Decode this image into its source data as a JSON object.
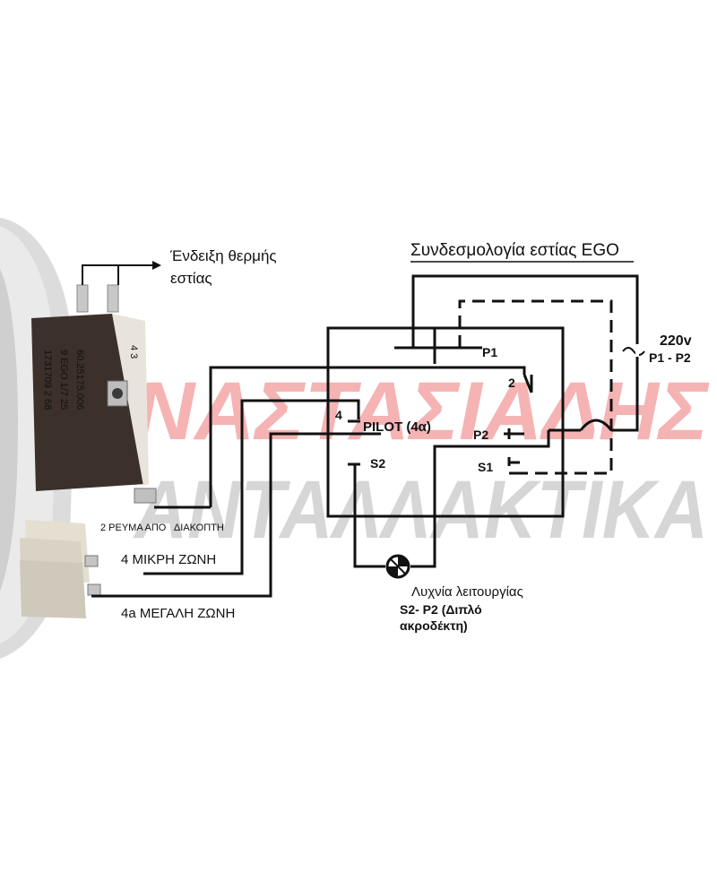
{
  "diagram": {
    "title": "Συνδεσμολογία εστίας EGO",
    "hot_indicator": {
      "line1": "Ένδειξη θερμής",
      "line2": "εστίας"
    },
    "supply": {
      "voltage": "220v",
      "terminals": "P1 - P2"
    },
    "terminals": {
      "p1": "P1",
      "p2": "P2",
      "s1": "S1",
      "s2": "S2",
      "t2": "2",
      "t4": "4"
    },
    "pilot": "PILOT (4α)",
    "lamp": {
      "line1": "Λυχνία λειτουργίας",
      "line2": "S2- P2 (Διπλό",
      "line3": "ακροδέκτη)"
    },
    "switch_feed": "2 ΡΕΥΜΑ ΑΠΟ   ΔΙΑΚΟΠΤΗ",
    "small_zone": "4 ΜΙΚΡΗ ΖΩΝΗ",
    "large_zone": "4a ΜΕΓΑΛΗ ΖΩΝΗ"
  },
  "component": {
    "part_lines": [
      "60.25175.006",
      "9 EGO 1/7 25",
      "1731709 2 68"
    ],
    "side_mark": "4 3"
  },
  "watermark": {
    "line1": "ΝΑΣΤΑΣΙΑΔΗΣ",
    "line2": "ΑΝΤΑΛΛΑΚΤΙΚΑ"
  },
  "colors": {
    "wire": "#111111",
    "watermark_red": "#f4a6a6",
    "watermark_grey": "#c9c9c9",
    "body": "#3b302a"
  }
}
